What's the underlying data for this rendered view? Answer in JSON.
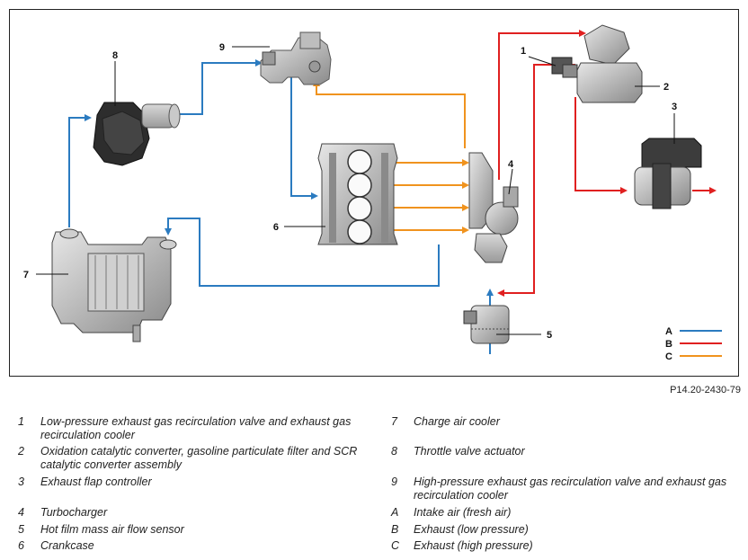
{
  "diagram": {
    "callouts": {
      "c1": "1",
      "c2": "2",
      "c3": "3",
      "c4": "4",
      "c5": "5",
      "c6": "6",
      "c7": "7",
      "c8": "8",
      "c9": "9"
    },
    "flow_legend": [
      {
        "key": "A",
        "color": "#2b7bc0"
      },
      {
        "key": "B",
        "color": "#e02020"
      },
      {
        "key": "C",
        "color": "#f0931e"
      }
    ]
  },
  "figure_id": "P14.20-2430-79",
  "legend": {
    "left": [
      {
        "key": "1",
        "text_lines": [
          "Low-pressure exhaust gas recirculation valve and exhaust gas",
          "recirculation cooler"
        ]
      },
      {
        "key": "2",
        "text_lines": [
          "Oxidation catalytic converter, gasoline particulate filter and SCR",
          "catalytic converter assembly"
        ]
      },
      {
        "key": "3",
        "text_lines": [
          "Exhaust flap controller"
        ]
      },
      {
        "key": "4",
        "text_lines": [
          "Turbocharger"
        ]
      },
      {
        "key": "5",
        "text_lines": [
          "Hot film mass air flow sensor"
        ]
      },
      {
        "key": "6",
        "text_lines": [
          "Crankcase"
        ]
      }
    ],
    "right": [
      {
        "key": "7",
        "text_lines": [
          "Charge air cooler"
        ]
      },
      {
        "key": "8",
        "text_lines": [
          "Throttle valve actuator"
        ]
      },
      {
        "key": "9",
        "text_lines": [
          "High-pressure exhaust gas recirculation valve and exhaust gas",
          "recirculation cooler"
        ]
      },
      {
        "key": "A",
        "text_lines": [
          "Intake air (fresh air)"
        ]
      },
      {
        "key": "B",
        "text_lines": [
          "Exhaust (low pressure)"
        ]
      },
      {
        "key": "C",
        "text_lines": [
          "Exhaust (high pressure)"
        ]
      }
    ]
  }
}
